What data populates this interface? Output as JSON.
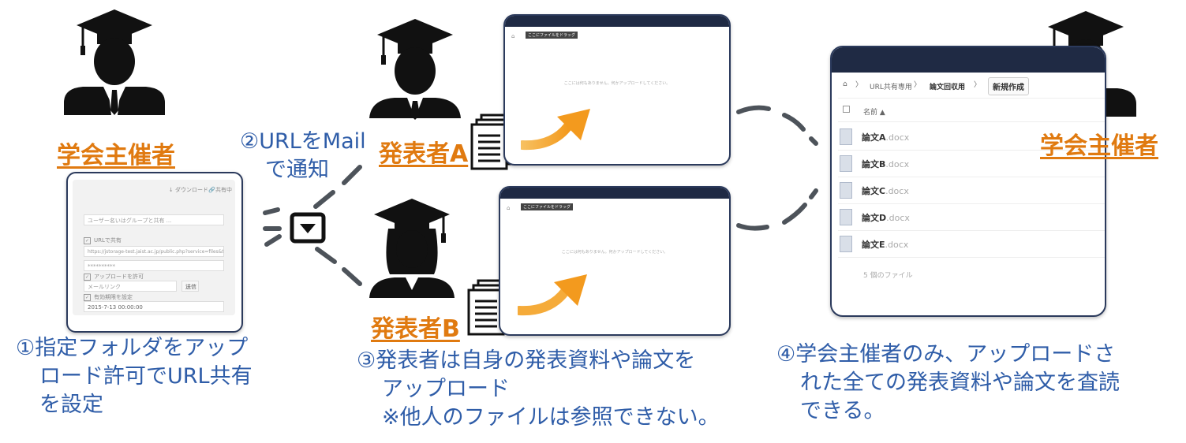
{
  "roles": {
    "organizer_left": "学会主催者",
    "organizer_right": "学会主催者",
    "presenter_a": "発表者A",
    "presenter_b": "発表者B"
  },
  "steps": {
    "step1": [
      "①指定フォルダをアップ",
      "ロード許可でURL共有",
      "を設定"
    ],
    "step2": [
      "②URLをMail",
      "で通知"
    ],
    "step3": [
      "③発表者は自身の発表資料や論文を",
      "アップロード",
      "※他人のファイルは参照できない。"
    ],
    "step4": [
      "④学会主催者のみ、アップロードさ",
      "れた全ての発表資料や論文を査読",
      "できる。"
    ]
  },
  "share_panel": {
    "download_label": "ダウンロード",
    "share_label": "共有中",
    "user_share_placeholder": "ユーザー名いはグループと共有 ...",
    "url_share_label": "URLで共有",
    "url_value": "https://jstorage-test.jaist.ac.jp/public.php?service=files&t=xx",
    "password_value": "**********",
    "allow_upload_label": "アップロードを許可",
    "mail_link_placeholder": "メールリンク",
    "send_label": "送信",
    "expiry_label": "有効期限を設定",
    "expiry_value": "2015-7-13 00:00:00"
  },
  "upload_panel": {
    "upload_button": "ここにファイルをドラッグ",
    "empty_message": "ここには何もありません。何かアップロードしてください。"
  },
  "file_list_panel": {
    "breadcrumb_1": "URL共有専用",
    "breadcrumb_2": "論文回収用",
    "new_button": "新規作成",
    "name_header": "名前 ▲",
    "files": [
      {
        "name": "論文A",
        "ext": ".docx"
      },
      {
        "name": "論文B",
        "ext": ".docx"
      },
      {
        "name": "論文C",
        "ext": ".docx"
      },
      {
        "name": "論文D",
        "ext": ".docx"
      },
      {
        "name": "論文E",
        "ext": ".docx"
      }
    ],
    "file_count": "5 個のファイル"
  },
  "icons": [
    "graduate-male-icon",
    "graduate-female-icon",
    "document-stack-icon",
    "mail-icon",
    "orange-arrow-icon"
  ],
  "colors": {
    "role": "#e07a10",
    "step_text": "#2f5da8",
    "frame": "#2b3a5c",
    "dark_bar": "#1f2a44",
    "arrow": "#f39a1e",
    "dash": "#4d535a"
  }
}
